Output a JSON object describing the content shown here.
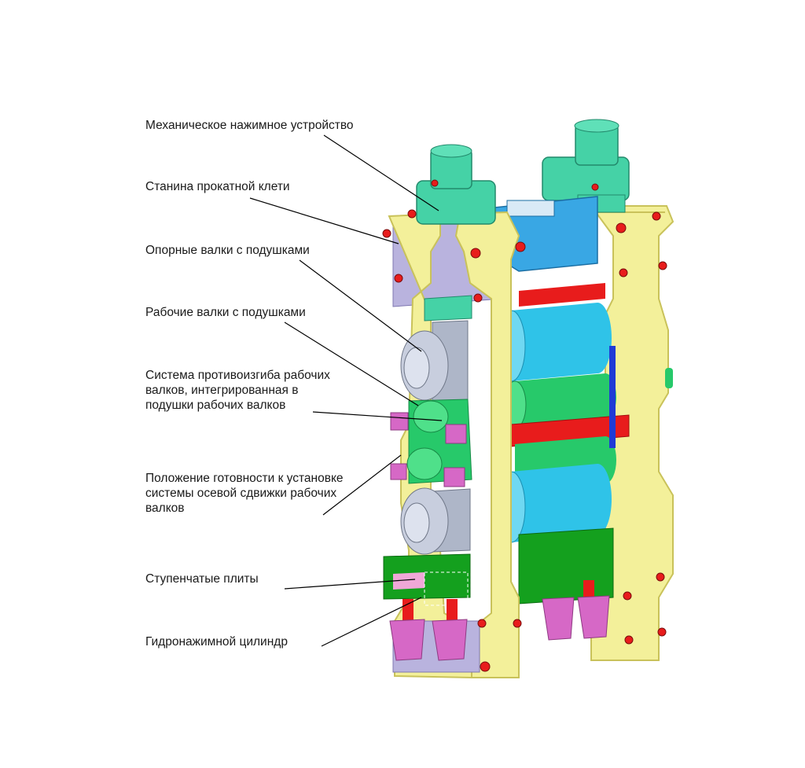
{
  "labels": {
    "mechanical_screwdown": "Механическое нажимное устройство",
    "mill_stand_housing": "Станина прокатной клети",
    "backup_rolls": "Опорные валки с подушками",
    "work_rolls": "Рабочие валки с подушками",
    "anti_bending": [
      "Система противоизгиба рабочих",
      "валков, интегрированная в",
      "подушки рабочих валков"
    ],
    "axial_shift": [
      "Положение готовности к установке",
      "системы осевой сдвижки рабочих",
      "валков"
    ],
    "step_plates": "Ступенчатые плиты",
    "hydraulic_cylinder": "Гидронажимной цилиндр"
  },
  "colors": {
    "housing": "#f3f09a",
    "housing_edge": "#c9c25a",
    "screwdown": "#45d2a6",
    "backup_roll": "#2fc3e8",
    "work_roll": "#27c96a",
    "chock_grey": "#aeb6c8",
    "step_plate": "#14a01e",
    "red_parts": "#e81c1c",
    "magenta_parts": "#d668c6",
    "lavender": "#b9b3de",
    "blue_top": "#39a7e4",
    "leader_line": "#000000"
  }
}
